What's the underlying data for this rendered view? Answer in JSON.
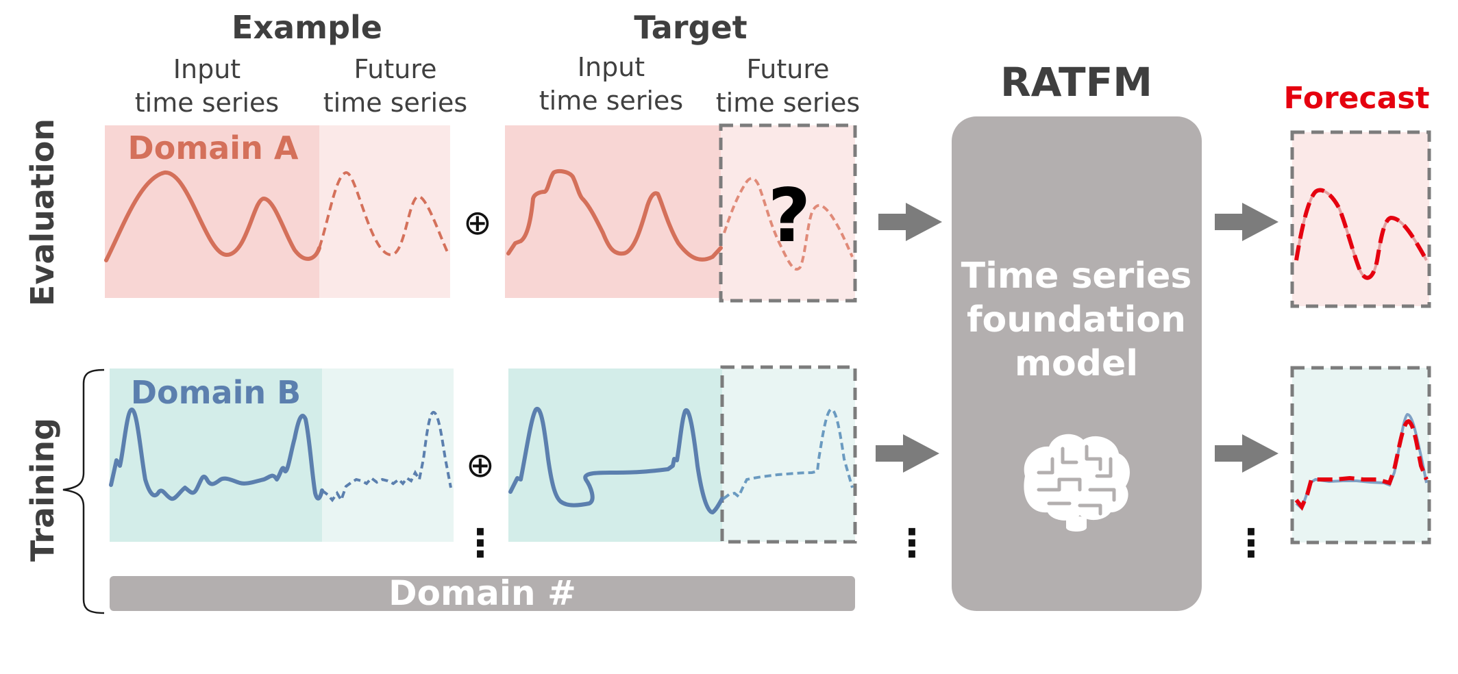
{
  "headers": {
    "example": "Example",
    "target": "Target",
    "input_line1": "Input",
    "input_line2": "time series",
    "future_line1": "Future",
    "future_line2": "time series"
  },
  "rows": {
    "evaluation": "Evaluation",
    "training": "Training"
  },
  "domains": {
    "a": "Domain A",
    "b": "Domain B",
    "number": "Domain #"
  },
  "model": {
    "title": "RATFM",
    "line1": "Time series",
    "line2": "foundation",
    "line3": "model"
  },
  "forecast_label": "Forecast",
  "symbols": {
    "oplus": "⊕",
    "question": "?",
    "ellipsis": "⋮"
  },
  "colors": {
    "domain_a": "#d4705a",
    "domain_a_bg": "#f8d6d4",
    "domain_a_bg_light": "#fbe9e8",
    "domain_b": "#5b7fae",
    "domain_b_bg": "#d3ede9",
    "domain_b_bg_light": "#e9f5f3",
    "model_gray": "#b3afaf",
    "forecast_red": "#e5000f",
    "text_dark": "#3f3f3f",
    "dash_gray": "#7c7c7c"
  },
  "icons": [
    "brain-icon",
    "right-arrow-icon",
    "oplus-icon",
    "vertical-ellipsis-icon",
    "brace-icon"
  ]
}
